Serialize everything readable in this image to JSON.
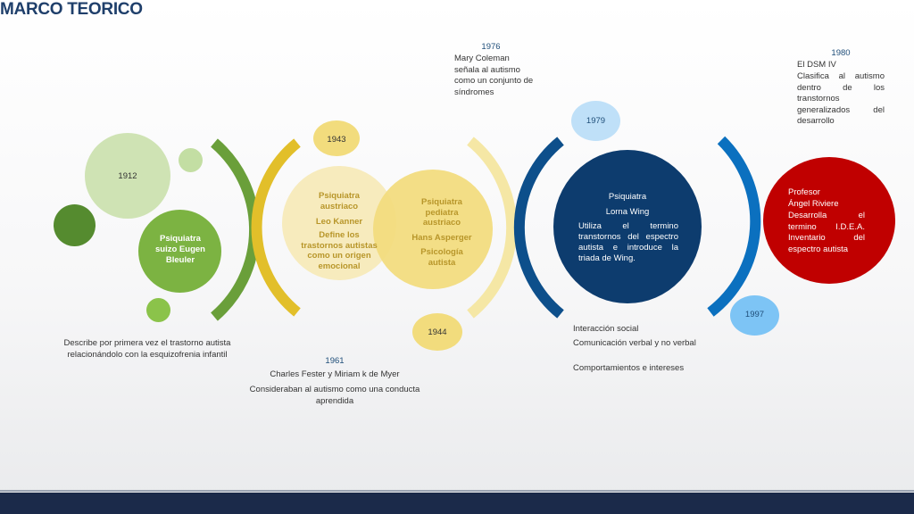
{
  "title": "MARCO TEORICO",
  "events": {
    "y1912": {
      "year": "1912",
      "label": "Psiquiatra suizo Eugen Bleuler",
      "description": "Describe por primera vez  el trastorno autista relacionándolo con la esquizofrenia infantil"
    },
    "y1943": {
      "year": "1943",
      "role": "Psiquiatra austriaco",
      "name": "Leo Kanner",
      "description": "Define los trastornos autistas  como un origen emocional"
    },
    "y1944": {
      "year": "1944",
      "role": "Psiquiatra pediatra austriaco",
      "name": "Hans Asperger",
      "description": "Psicología autista"
    },
    "y1961": {
      "year": "1961",
      "name": "Charles Fester y Miriam k de Myer",
      "description": "Consideraban al autismo como una conducta aprendida"
    },
    "y1976": {
      "year": "1976",
      "description": "Mary Coleman señala al autismo como un conjunto de síndromes"
    },
    "y1979": {
      "year": "1979",
      "role": "Psiquiatra",
      "name": "Lorna Wing",
      "description": "Utiliza el termino transtornos del espectro autista e introduce la triada de Wing.",
      "triad": [
        "Interacción social",
        "Comunicación verbal y no verbal",
        "Comportamientos e intereses"
      ]
    },
    "y1980": {
      "year": "1980",
      "line1": "El DSM IV",
      "description": "Clasifica al autismo dentro de los transtornos generalizados del desarrollo"
    },
    "y1997": {
      "year": "1997",
      "role": "Profesor",
      "name": "Ángel Riviere",
      "description": "Desarrolla el termino I.D.E.A. Inventario del espectro autista"
    }
  },
  "colors": {
    "title": "#1f3f6b",
    "green_light": "#cfe3b4",
    "green_mid": "#7cb342",
    "green_dark": "#558b2f",
    "yellow_light": "#f5e7a5",
    "yellow_mid": "#f2dc7d",
    "yellow_dark": "#e2bf2a",
    "blue_light": "#bfe0f8",
    "blue_dark": "#0d3c6e",
    "blue_mid": "#0b70bf",
    "red": "#c00000"
  }
}
